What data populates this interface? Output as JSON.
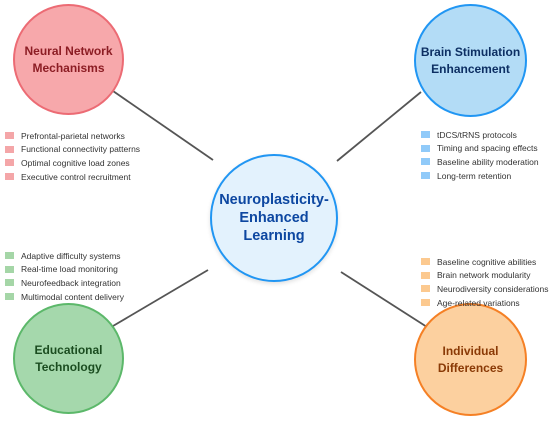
{
  "center": {
    "label_lines": [
      "Neuroplasticity-",
      "Enhanced",
      "Learning"
    ]
  },
  "nodes": {
    "top_left": {
      "label_lines": [
        "Neural Network",
        "Mechanisms"
      ],
      "color": "#f7a8ab",
      "items": [
        "Prefrontal-parietal networks",
        "Functional connectivity patterns",
        "Optimal cognitive load zones",
        "Executive control recruitment"
      ]
    },
    "top_right": {
      "label_lines": [
        "Brain Stimulation",
        "Enhancement"
      ],
      "color": "#b3dcf6",
      "items": [
        "tDCS/tRNS protocols",
        "Timing and spacing effects",
        "Baseline ability moderation",
        "Long-term retention"
      ]
    },
    "bottom_left": {
      "label_lines": [
        "Educational",
        "Technology"
      ],
      "color": "#a5d8ac",
      "items": [
        "Adaptive difficulty systems",
        "Real-time load monitoring",
        "Neurofeedback integration",
        "Multimodal content delivery"
      ]
    },
    "bottom_right": {
      "label_lines": [
        "Individual",
        "Differences"
      ],
      "color": "#fcd09f",
      "items": [
        "Baseline cognitive abilities",
        "Brain network modularity",
        "Neurodiversity considerations",
        "Age-related variations"
      ]
    }
  },
  "colors": {
    "connector": "#555555",
    "center_border": "#2196f3",
    "center_fill": "#e3f2fd",
    "center_text": "#0d47a1"
  }
}
